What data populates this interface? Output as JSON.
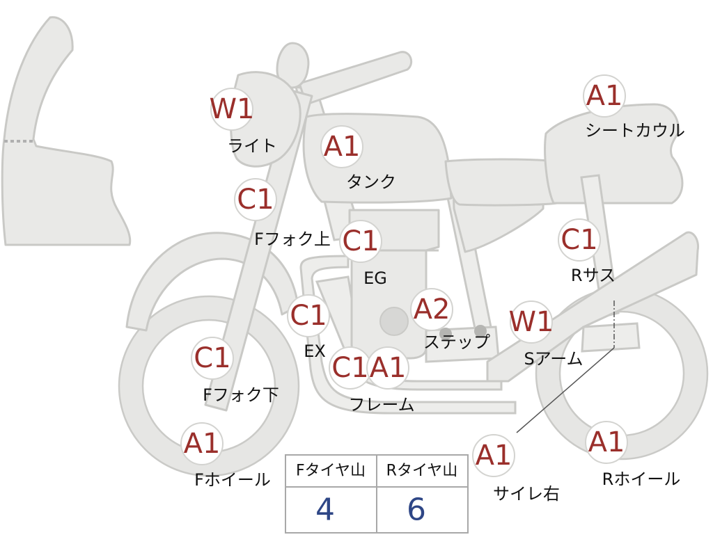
{
  "parts": [
    {
      "id": "light",
      "grade": "W1",
      "label": "ライト"
    },
    {
      "id": "tank",
      "grade": "A1",
      "label": "タンク"
    },
    {
      "id": "seat-cowl",
      "grade": "A1",
      "label": "シートカウル"
    },
    {
      "id": "fork-upper",
      "grade": "C1",
      "label": "Fフォク上"
    },
    {
      "id": "engine",
      "grade": "C1",
      "label": "EG"
    },
    {
      "id": "rear-suspension",
      "grade": "C1",
      "label": "Rサス"
    },
    {
      "id": "exhaust",
      "grade": "C1",
      "label": "EX"
    },
    {
      "id": "step",
      "grade": "A2",
      "label": "ステップ"
    },
    {
      "id": "swing-arm",
      "grade": "W1",
      "label": "Sアーム"
    },
    {
      "id": "fork-lower",
      "grade": "C1",
      "label": "Fフォク下"
    },
    {
      "id": "frame",
      "grades": [
        "C1",
        "A1"
      ],
      "label": "フレーム"
    },
    {
      "id": "front-wheel",
      "grade": "A1",
      "label": "Fホイール"
    },
    {
      "id": "muffler-right",
      "grade": "A1",
      "label": "サイレ右"
    },
    {
      "id": "rear-wheel",
      "grade": "A1",
      "label": "Rホイール"
    }
  ],
  "tire_table": {
    "headers": [
      "Fタイヤ山",
      "Rタイヤ山"
    ],
    "values": [
      4,
      6
    ]
  },
  "colors": {
    "grade_text": "#9a2f2b",
    "tire_value_text": "#2e4686",
    "part_fill": "#e9e9e7",
    "part_stroke": "#c9c9c6"
  }
}
